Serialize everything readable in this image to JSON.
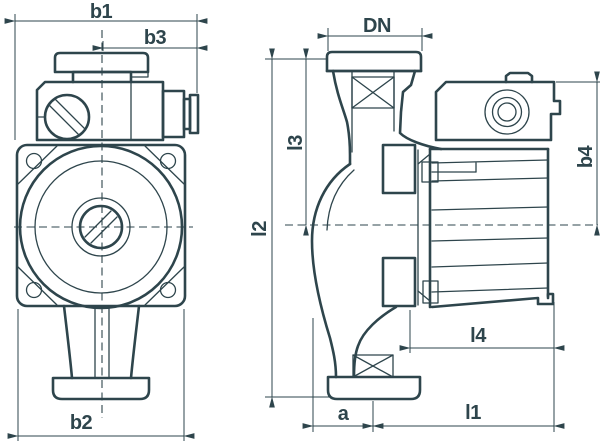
{
  "drawing": {
    "labels": {
      "b1": "b1",
      "b3": "b3",
      "dn": "DN",
      "b2": "b2",
      "l2": "l2",
      "l3": "l3",
      "b4": "b4",
      "a": "a",
      "l1": "l1",
      "l4": "l4"
    },
    "colors": {
      "line": "#2e454c",
      "background": "#ffffff"
    }
  }
}
